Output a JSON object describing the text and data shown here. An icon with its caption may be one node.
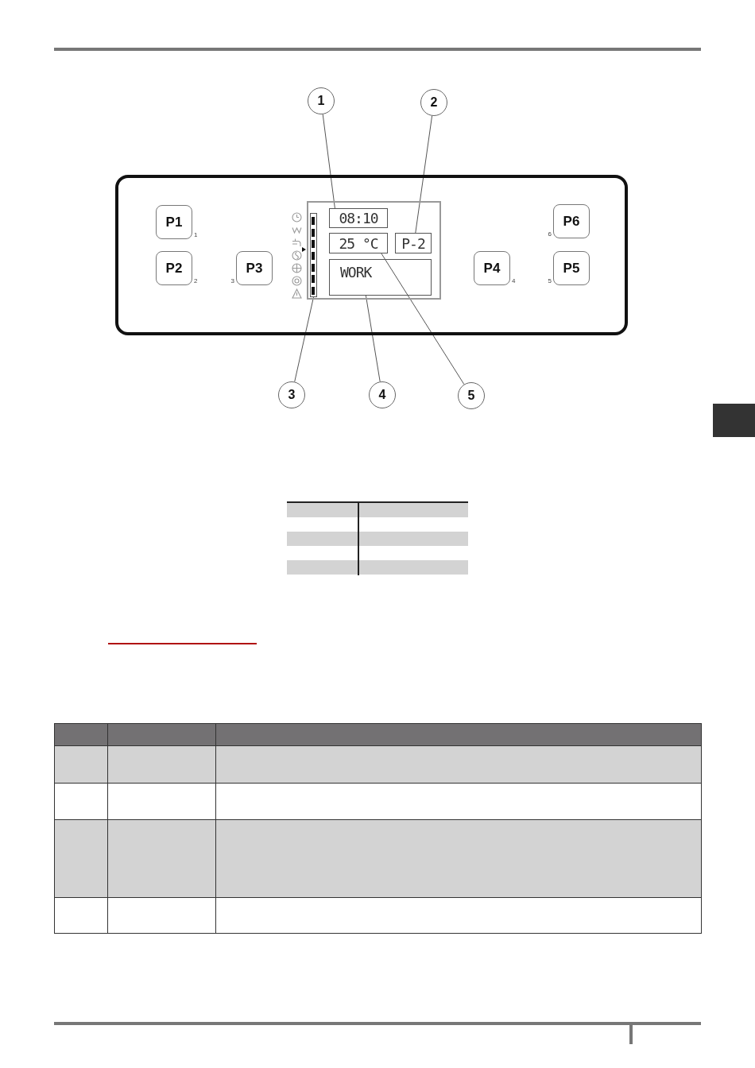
{
  "diagram": {
    "nodes": [
      {
        "text": [
          "1"
        ]
      },
      {
        "text": [
          "2"
        ]
      },
      {
        "text": [],
        "shape": "box"
      },
      {
        "text": [
          "P1"
        ],
        "beside": [
          "1"
        ],
        "in": 2
      },
      {
        "text": [
          "P2"
        ],
        "beside": [
          "2"
        ],
        "in": 2
      },
      {
        "text": [
          "P3"
        ],
        "beside": [
          "3"
        ],
        "in": 2
      },
      {
        "text": [],
        "shape": "box",
        "in": 2
      },
      {
        "text": [],
        "shape": "bar",
        "in": 6
      },
      {
        "text": [
          "08:10"
        ],
        "in": 6
      },
      {
        "text": [
          "25 °C"
        ],
        "in": 6
      },
      {
        "text": [
          "P-2"
        ],
        "in": 6
      },
      {
        "text": [
          "WORK"
        ],
        "in": 6
      },
      {
        "text": [
          "P4"
        ],
        "beside": [
          "4"
        ],
        "in": 2
      },
      {
        "text": [
          "P6"
        ],
        "beside": [
          "6"
        ],
        "in": 2
      },
      {
        "text": [
          "P5"
        ],
        "beside": [
          "5"
        ],
        "in": 2
      },
      {
        "text": [
          "3"
        ]
      },
      {
        "text": [
          "4"
        ]
      },
      {
        "text": [
          "5"
        ]
      }
    ],
    "edges": [
      {
        "from": 0,
        "to": 8,
        "arrow": "none"
      },
      {
        "from": 1,
        "to": 10,
        "arrow": "none"
      },
      {
        "from": 15,
        "to": 7,
        "arrow": "none"
      },
      {
        "from": 16,
        "to": 11,
        "arrow": "none"
      },
      {
        "from": 17,
        "to": 9,
        "arrow": "none"
      }
    ]
  }
}
